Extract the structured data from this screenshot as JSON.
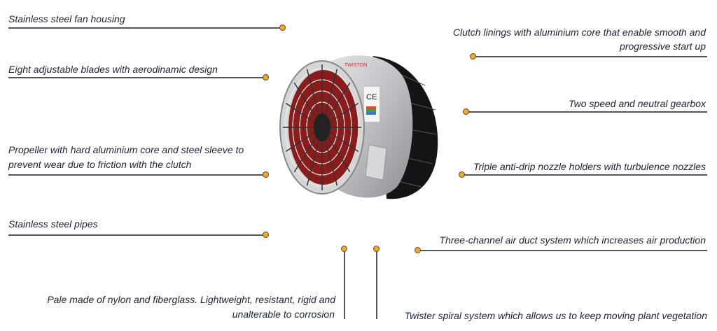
{
  "labels": {
    "fan_housing": "Stainless steel fan housing",
    "blades": "Eight adjustable blades with aerodinamic design",
    "propeller_line1": "Propeller with hard aluminium core and steel sleeve to",
    "propeller_line2": "prevent wear due to friction with the clutch",
    "pipes": "Stainless steel pipes",
    "pale_line1": "Pale made of nylon and fiberglass. Lightweight, resistant, rigid and",
    "pale_line2": "unalterable to corrosion",
    "clutch_line1": "Clutch linings with aluminium core that enable smooth and",
    "clutch_line2": "progressive start up",
    "gearbox": "Two speed and neutral gearbox",
    "nozzles": "Triple anti-drip nozzle holders with turbulence nozzles",
    "air_duct": "Three-channel air duct system which increases air production",
    "twister": "Twister spiral system which allows us to keep moving plant vegetation"
  },
  "product_brand": "TWISTON",
  "product_mark": "CE",
  "colors": {
    "dot": "#f5a623",
    "text": "#1f2433",
    "line": "#555555"
  }
}
